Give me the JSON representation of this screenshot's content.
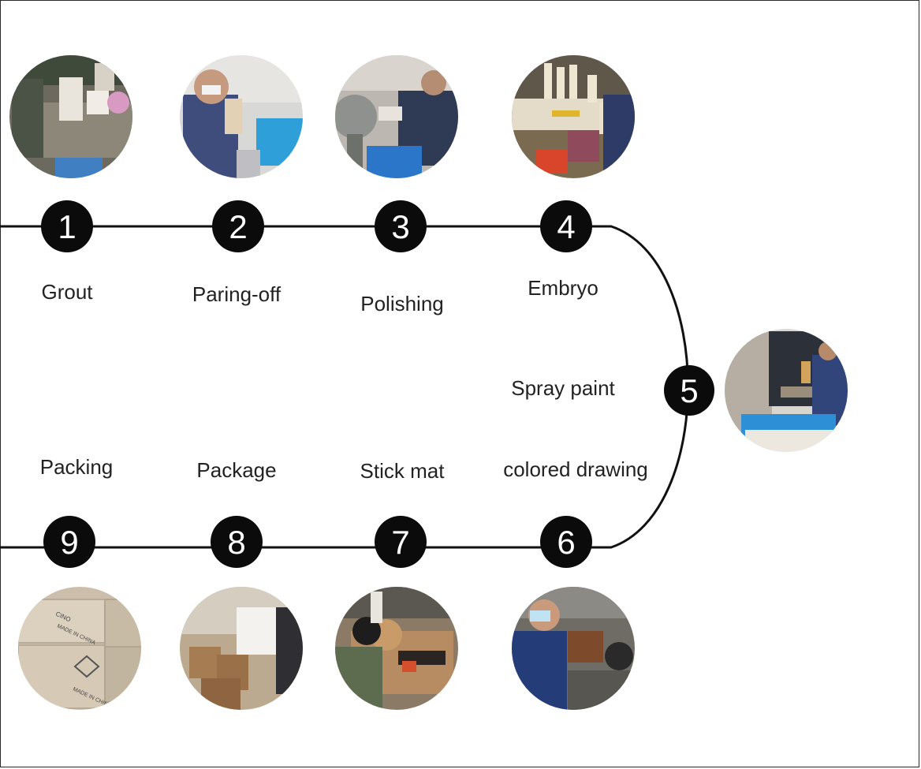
{
  "steps": [
    {
      "number": "1",
      "label": "Grout",
      "photo": "grout-workshop-photo"
    },
    {
      "number": "2",
      "label": "Paring-off",
      "photo": "paring-off-worker-photo"
    },
    {
      "number": "3",
      "label": "Polishing",
      "photo": "polishing-machine-photo"
    },
    {
      "number": "4",
      "label": "Embryo",
      "photo": "embryo-figurines-photo"
    },
    {
      "number": "5",
      "label": "Spray paint",
      "photo": "spray-paint-booth-photo"
    },
    {
      "number": "6",
      "label": "colored drawing",
      "photo": "colored-drawing-worker-photo"
    },
    {
      "number": "7",
      "label": "Stick mat",
      "photo": "stick-mat-cutting-photo"
    },
    {
      "number": "8",
      "label": "Package",
      "photo": "package-boxes-photo"
    },
    {
      "number": "9",
      "label": "Packing",
      "photo": "packing-cartons-photo"
    }
  ],
  "box_print": {
    "line1": "CINO",
    "line2": "MADE IN CHINA"
  },
  "colors": {
    "line": "#111111",
    "badge": "#0b0b0b",
    "text": "#222222"
  }
}
